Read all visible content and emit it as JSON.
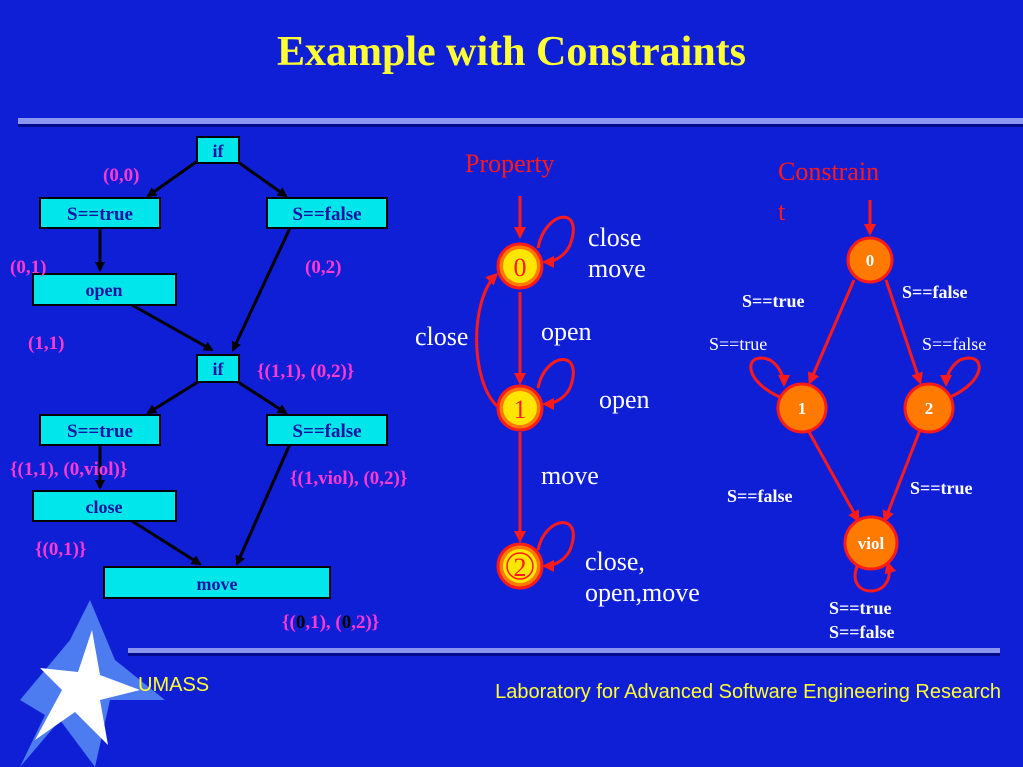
{
  "title": "Example with Constraints",
  "colors": {
    "background": "#0f1fd6",
    "title": "#ffff33",
    "box": "#00e6ea",
    "label": "#ff3ad0",
    "state": "#ff7a00",
    "edge": "#ff1a1a"
  },
  "flowchart": {
    "if1": "if",
    "cond_true_1": "S==true",
    "cond_false_1": "S==false",
    "open": "open",
    "if2": "if",
    "cond_true_2": "S==true",
    "cond_false_2": "S==false",
    "close": "close",
    "move": "move",
    "labels": {
      "l00": "(0,0)",
      "l01": "(0,1)",
      "l02": "(0,2)",
      "l11": "(1,1)",
      "set_if2": "{(1,1), (0,2)}",
      "set_close": "{(1,1), (0,viol)}",
      "set_false": "{(1,viol), (0,2)}",
      "set_move": "{(0,1)}",
      "final_parts": [
        "{(",
        "0",
        ",1), (",
        "0",
        ",2)}"
      ]
    }
  },
  "property": {
    "title": "Property",
    "states": [
      "0",
      "1",
      "2"
    ],
    "label_s0_loop_1": "close",
    "label_s0_loop_2": "move",
    "label_s0_s1": "open",
    "label_s1_s0": "close",
    "label_s1_loop": "open",
    "label_s1_s2": "move",
    "label_s2_loop_1": "close,",
    "label_s2_loop_2": "open,move"
  },
  "constraint": {
    "title_1": "Constrain",
    "title_2": "t",
    "states": [
      "0",
      "1",
      "2",
      "viol"
    ],
    "label_0_1": "S==true",
    "label_0_2": "S==false",
    "label_1_loop": "S==true",
    "label_2_loop": "S==false",
    "label_1_viol": "S==false",
    "label_2_viol": "S==true",
    "label_viol_loop_1": "S==true",
    "label_viol_loop_2": "S==false"
  },
  "footer": {
    "left": "UMASS",
    "right": "Laboratory for Advanced Software Engineering Research"
  }
}
